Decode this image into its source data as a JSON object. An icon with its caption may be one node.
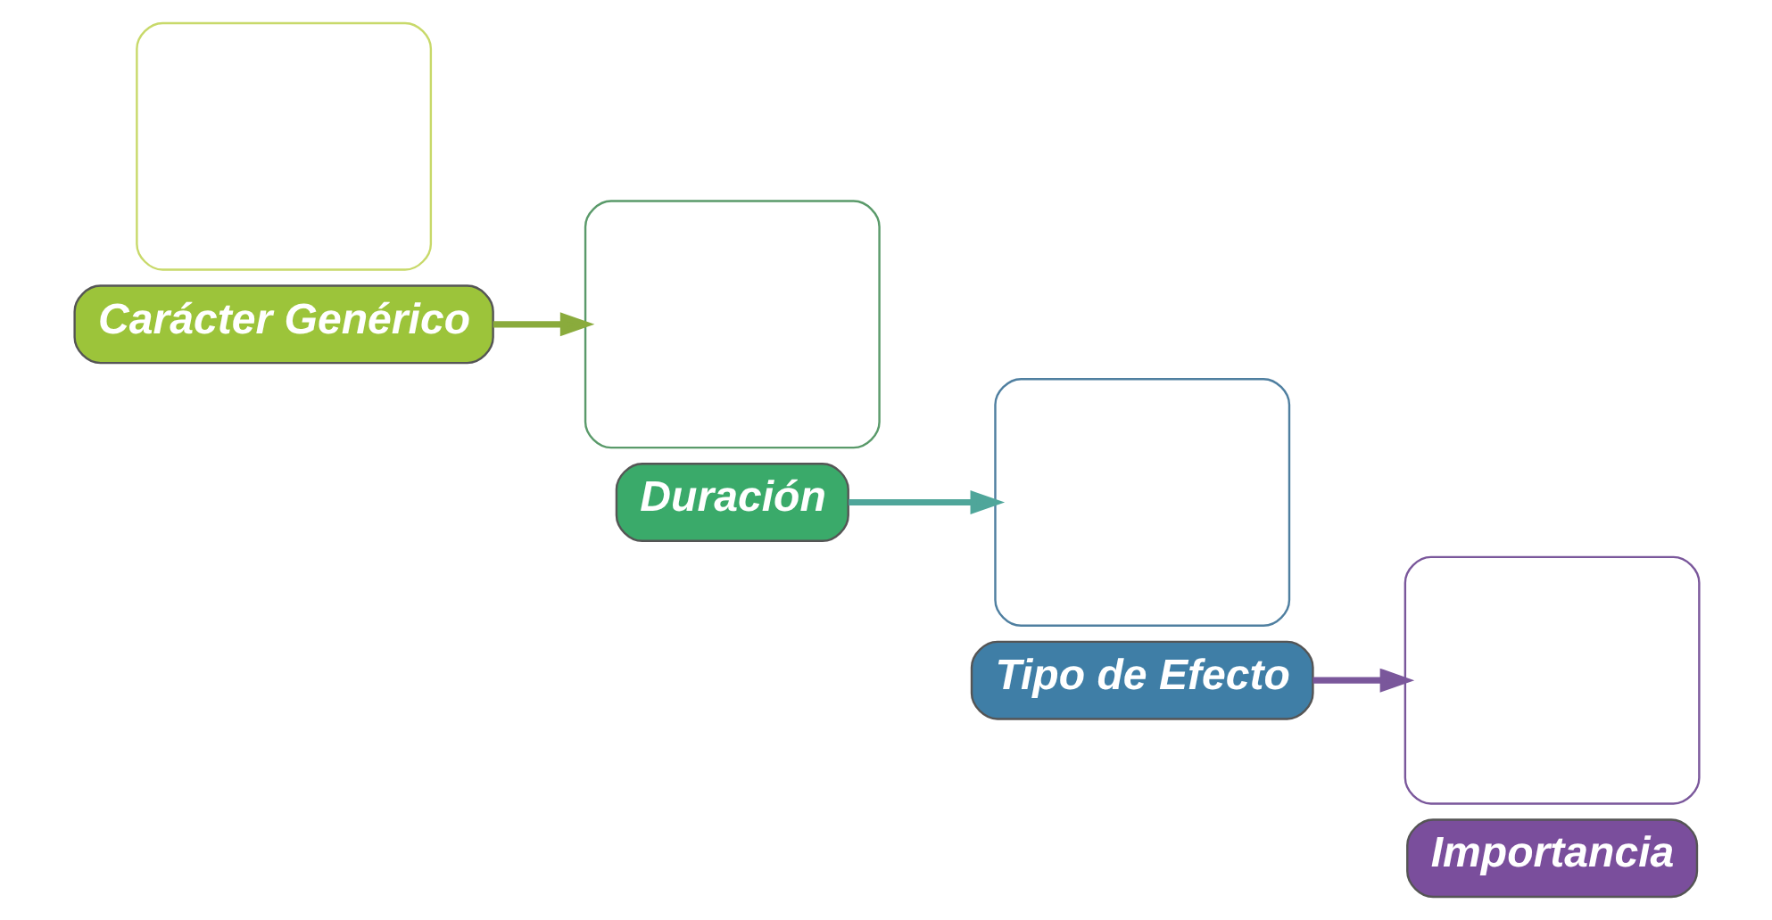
{
  "diagram": {
    "nodes": [
      {
        "text": [],
        "shape": "box"
      },
      {
        "text": [
          "Carácter Genérico"
        ]
      },
      {
        "text": [],
        "shape": "box"
      },
      {
        "text": [
          "Duración"
        ]
      },
      {
        "text": [],
        "shape": "box"
      },
      {
        "text": [
          "Tipo de Efecto"
        ]
      },
      {
        "text": [],
        "shape": "box"
      },
      {
        "text": [
          "Importancia"
        ]
      }
    ],
    "edges": [
      {
        "from": 1,
        "to": 2,
        "arrow": "to",
        "color": "#8aab3c"
      },
      {
        "from": 3,
        "to": 4,
        "arrow": "to",
        "color": "#4fa69a"
      },
      {
        "from": 5,
        "to": 6,
        "arrow": "to",
        "color": "#7a579b"
      }
    ]
  }
}
